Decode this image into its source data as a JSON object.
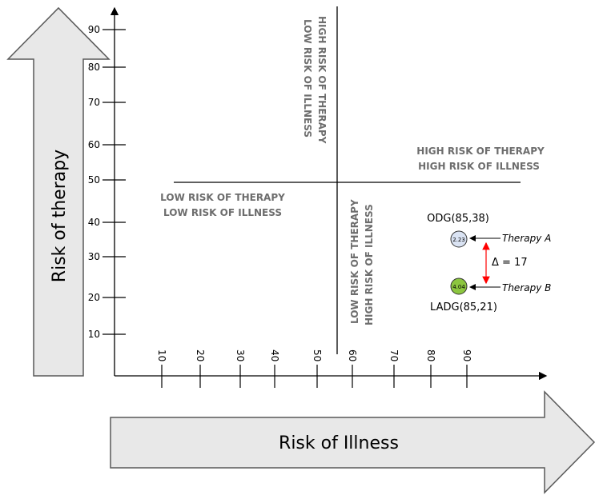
{
  "y_axis_label": "Risk of therapy",
  "x_axis_label": "Risk of Illness",
  "y_ticks": [
    "10",
    "20",
    "30",
    "40",
    "50",
    "60",
    "70",
    "80",
    "90"
  ],
  "x_ticks": [
    "10",
    "20",
    "30",
    "40",
    "50",
    "60",
    "70",
    "80",
    "90"
  ],
  "quadrants": {
    "top_left": [
      "HIGH RISK OF THERAPY",
      "LOW RISK OF ILLNESS"
    ],
    "top_right": [
      "HIGH RISK OF THERAPY",
      "HIGH RISK OF ILLNESS"
    ],
    "bottom_left": [
      "LOW RISK OF THERAPY",
      "LOW RISK OF ILLNESS"
    ],
    "bottom_right": [
      "LOW RISK OF THERAPY",
      "HIGH RISK OF ILLNESS"
    ]
  },
  "points": [
    {
      "label": "ODG(85,38)",
      "value": "2.23",
      "therapy": "Therapy A",
      "color": "#dae3f3"
    },
    {
      "label": "LADG(85,21)",
      "value": "4.04",
      "therapy": "Therapy B",
      "color": "#8cc63f"
    }
  ],
  "delta_label": "Δ = 17",
  "colors": {
    "arrow_fill": "#e8e8e8",
    "quadrant_text": "#6d6d6d",
    "delta": "#ff0000"
  }
}
